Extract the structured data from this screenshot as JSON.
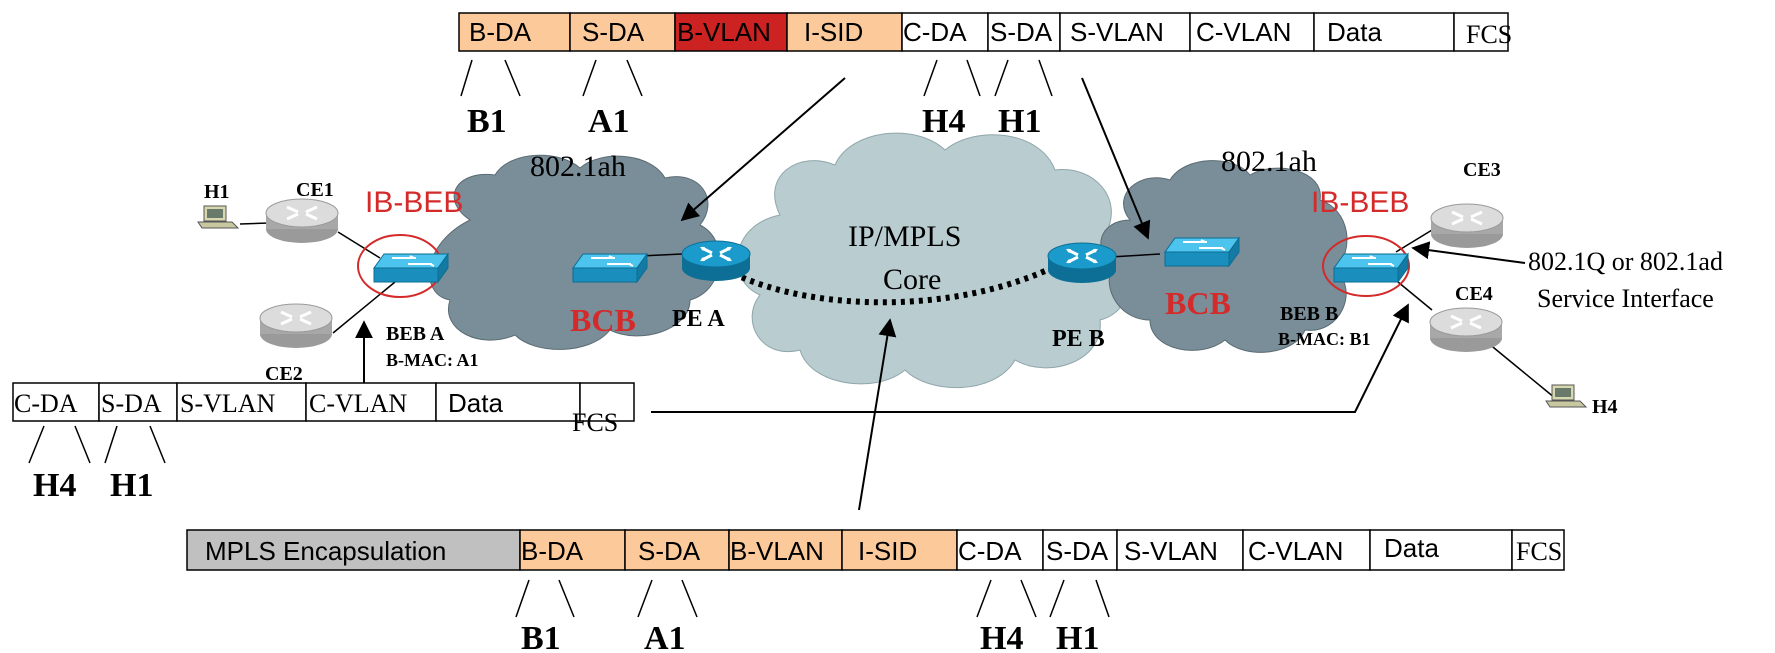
{
  "colors": {
    "header_orange": "#fbc99a",
    "bvlan_red": "#cc2222",
    "mpls_grey": "#c0c0c0",
    "cloud_dark": "#7a8e99",
    "cloud_light": "#b9ccd0",
    "accent_red": "#d42a2a",
    "switch_blue": "#1ea6d8",
    "router_blue": "#138cb8",
    "router_grey": "#c8c8c8"
  },
  "frames": {
    "top": {
      "cells": [
        "B-DA",
        "S-DA",
        "B-VLAN",
        "I-SID",
        "C-DA",
        "S-DA",
        "S-VLAN",
        "C-VLAN",
        "Data",
        "FCS"
      ],
      "under": [
        "B1",
        "A1",
        "H4",
        "H1"
      ]
    },
    "left": {
      "cells": [
        "C-DA",
        "S-DA",
        "S-VLAN",
        "C-VLAN",
        "Data",
        "FCS"
      ],
      "under": [
        "H4",
        "H1"
      ]
    },
    "bottom": {
      "cells": [
        "MPLS Encapsulation",
        "B-DA",
        "S-DA",
        "B-VLAN",
        "I-SID",
        "C-DA",
        "S-DA",
        "S-VLAN",
        "C-VLAN",
        "Data",
        "FCS"
      ],
      "under": [
        "B1",
        "A1",
        "H4",
        "H1"
      ]
    }
  },
  "network": {
    "cloud_left_label": "802.1ah",
    "cloud_right_label": "802.1ah",
    "core_label_line1": "IP/MPLS",
    "core_label_line2": "Core",
    "ib_beb_left": "IB-BEB",
    "ib_beb_right": "IB-BEB",
    "bcb_left": "BCB",
    "bcb_right": "BCB",
    "pe_a": "PE  A",
    "pe_b": "PE  B",
    "beb_a": "BEB A",
    "beb_a_mac": "B-MAC: A1",
    "beb_b": "BEB B",
    "beb_b_mac": "B-MAC: B1",
    "h1": "H1",
    "h4": "H4",
    "ce1": "CE1",
    "ce2": "CE2",
    "ce3": "CE3",
    "ce4": "CE4",
    "service_line1": "802.1Q or 802.1ad",
    "service_line2": "Service Interface"
  }
}
